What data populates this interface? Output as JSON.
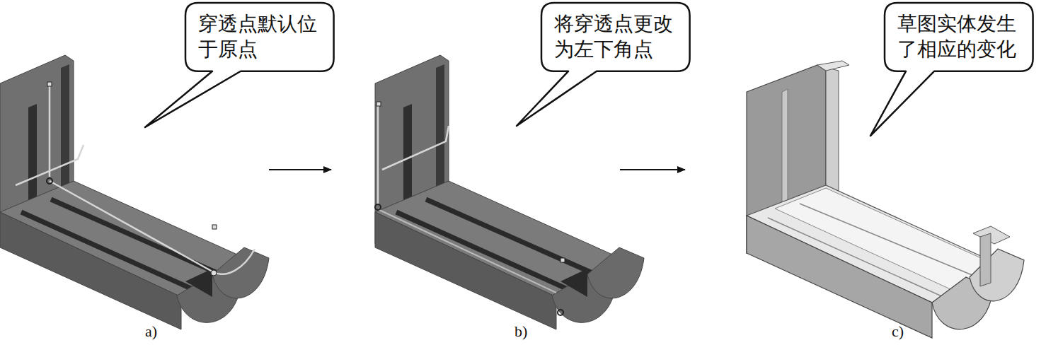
{
  "diagram": {
    "nodes": [
      {
        "text": [
          "穿透点默认位于原点"
        ]
      },
      {
        "text": [
          "将穿透点更改为左下角点"
        ]
      },
      {
        "text": [
          "草图实体发生了相应的变化"
        ]
      }
    ],
    "labels": [
      "a)",
      "b)",
      "c)"
    ]
  }
}
